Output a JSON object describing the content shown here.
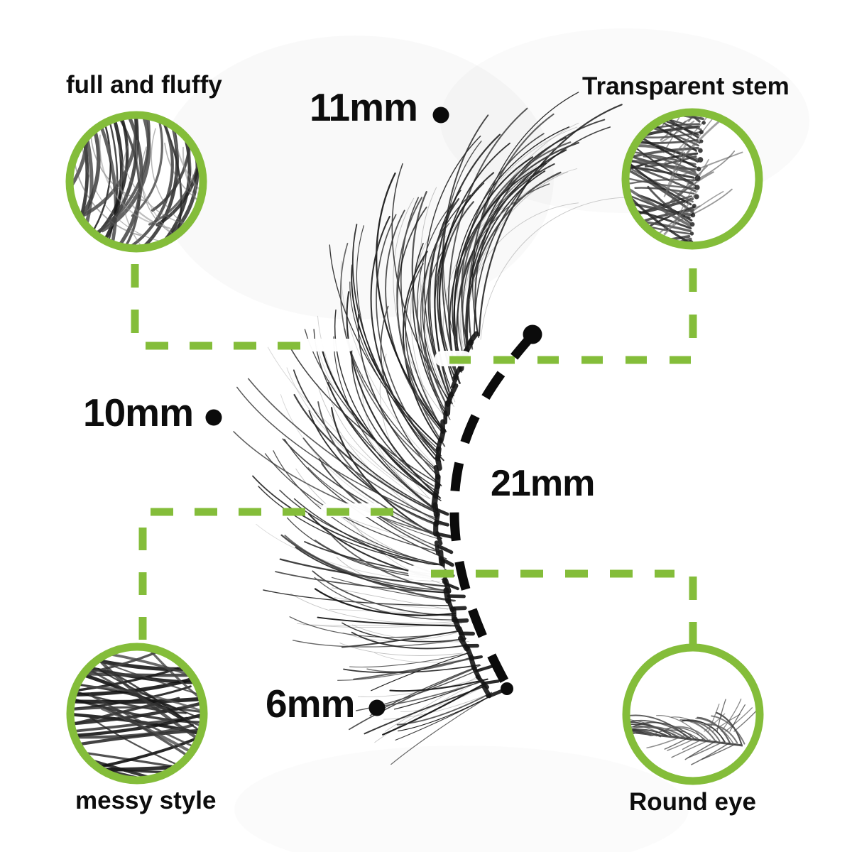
{
  "colors": {
    "accent_green": "#84bd3a",
    "ink": "#0d0d0d",
    "hair_dark": "#1c1c1c"
  },
  "callouts": {
    "top_left": {
      "label": "full and fluffy"
    },
    "top_right": {
      "label": "Transparent stem"
    },
    "bottom_left": {
      "label": "messy style"
    },
    "bottom_right": {
      "label": "Round eye"
    }
  },
  "measurements": {
    "top": {
      "value": "11mm"
    },
    "left": {
      "value": "10mm"
    },
    "arc": {
      "value": "21mm"
    },
    "bottom": {
      "value": "6mm"
    }
  }
}
